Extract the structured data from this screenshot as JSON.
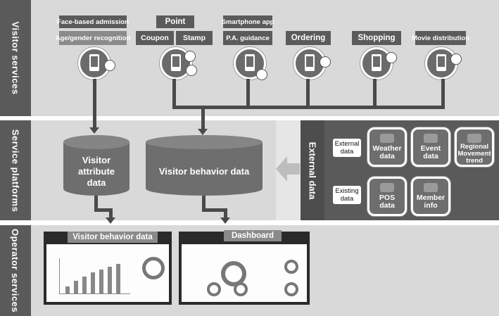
{
  "sections": {
    "visitor": "Visitor services",
    "platform": "Service platforms",
    "operator": "Operator services",
    "external": "External data"
  },
  "services": {
    "face": "Face-based admission",
    "age": "Age/gender recognition",
    "point": "Point",
    "coupon": "Coupon",
    "stamp": "Stamp",
    "smartphone": "Smartphone app",
    "pa": "P.A. guidance",
    "ordering": "Ordering",
    "shopping": "Shopping",
    "movie": "Movie distribution"
  },
  "platform": {
    "attr_line1": "Visitor",
    "attr_line2": "attribute",
    "attr_line3": "data",
    "behavior": "Visitor behavior data"
  },
  "external": {
    "external_label_1": "External",
    "external_label_2": "data",
    "existing_label_1": "Existing",
    "existing_label_2": "data",
    "weather_1": "Weather",
    "weather_2": "data",
    "event_1": "Event",
    "event_2": "data",
    "regional_1": "Regional",
    "regional_2": "Movement",
    "regional_3": "trend",
    "pos_1": "POS",
    "pos_2": "data",
    "member_1": "Member",
    "member_2": "info"
  },
  "operator": {
    "screen1_title": "Visitor behavior data",
    "screen2_title": "Dashboard"
  },
  "colors": {
    "band": "#d9d9d9",
    "dark": "#5a5a5a",
    "arrow": "#4a4a4a"
  }
}
